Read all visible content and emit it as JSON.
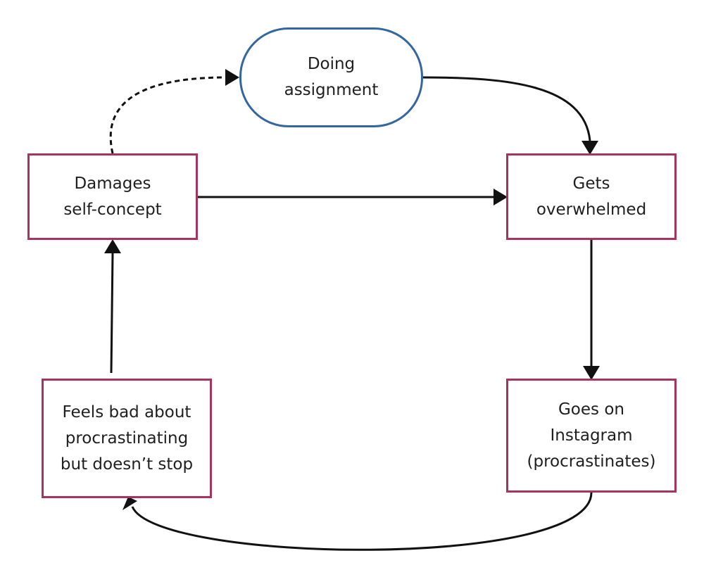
{
  "nodes": {
    "doing_assignment": "Doing\nassignment",
    "damages_self_concept": "Damages\nself-concept",
    "gets_overwhelmed": "Gets\noverwhelmed",
    "feels_bad": "Feels bad about\nprocrastinating\nbut doesn’t stop",
    "goes_on_instagram": "Goes on\nInstagram\n(procrastinates)"
  },
  "colors": {
    "rounded_node_border": "#3467a0",
    "box_border": "#a8335f",
    "arrow": "#111111"
  },
  "edges": [
    {
      "from": "doing_assignment",
      "to": "gets_overwhelmed",
      "style": "solid"
    },
    {
      "from": "gets_overwhelmed",
      "to": "goes_on_instagram",
      "style": "solid"
    },
    {
      "from": "goes_on_instagram",
      "to": "feels_bad",
      "style": "solid"
    },
    {
      "from": "feels_bad",
      "to": "damages_self_concept",
      "style": "solid"
    },
    {
      "from": "damages_self_concept",
      "to": "gets_overwhelmed",
      "style": "solid"
    },
    {
      "from": "damages_self_concept",
      "to": "doing_assignment",
      "style": "dashed"
    }
  ]
}
